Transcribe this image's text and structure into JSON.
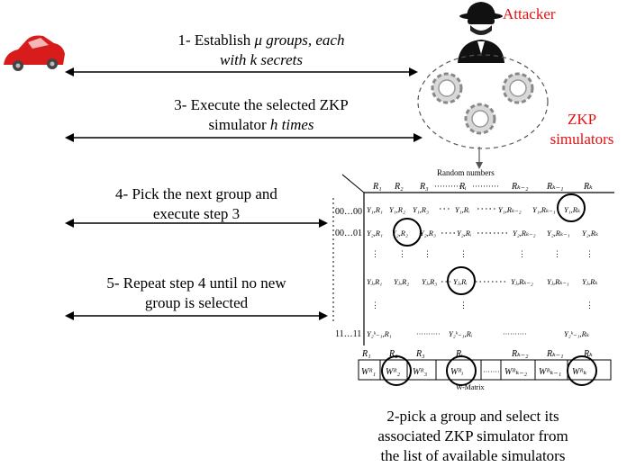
{
  "actors": {
    "attacker_label": "Attacker",
    "simulators_label_line1": "ZKP",
    "simulators_label_line2": "simulators",
    "label_color": "#e8100f"
  },
  "steps": [
    {
      "id": "step1",
      "line1": "1- Establish ",
      "line1_italic": "μ groups, each",
      "line2_italic": "with k secrets"
    },
    {
      "id": "step3",
      "line1": "3- Execute the selected ZKP",
      "line2": "simulator ",
      "line2_italic": "h times"
    },
    {
      "id": "step4",
      "line1": "4- Pick the next group and",
      "line2": "execute step 3"
    },
    {
      "id": "step5",
      "line1": "5- Repeat step 4 until no new",
      "line2": "group is selected"
    }
  ],
  "step2": {
    "line1": "2-pick a group and select its",
    "line2": "associated ZKP simulator from",
    "line3": "the list of available simulators"
  },
  "matrix": {
    "header_label": "Random numbers",
    "columns": [
      "R₁",
      "R₂",
      "R₃",
      "Rᵢ",
      "Rₖ₋₂",
      "Rₖ₋₁",
      "Rₖ"
    ],
    "row_labels": [
      "00…00",
      "00…01",
      "11…11"
    ],
    "rows": [
      [
        "Y₁,R₁",
        "Y₁,R₂",
        "Y₁,R₃",
        "Y₁,Rᵢ",
        "Y₁,Rₖ₋₂",
        "Y₁,Rₖ₋₁",
        "Y₁,Rₖ"
      ],
      [
        "Y₂,R₁",
        "Y₂,R₂",
        "Y₂,R₃",
        "Y₂,Rᵢ",
        "Y₂,Rₖ₋₂",
        "Y₂,Rₖ₋₁",
        "Y₂,Rₖ"
      ],
      [
        "Yⱼ,R₁",
        "Yⱼ,R₂",
        "Yⱼ,R₃",
        "Yⱼ,Rᵢ",
        "Yⱼ,Rₖ₋₂",
        "Yⱼ,Rₖ₋₁",
        "Yⱼ,Rₖ"
      ],
      [
        "Y₂ᵏ₋₁,R₁",
        "Y₂ᵏ₋₁,Rᵢ",
        "Y₂ᵏ₋₁,Rₖ"
      ]
    ],
    "w_header": [
      "R₁",
      "R₂",
      "R₃",
      "Rᵢ",
      "Rₖ₋₂",
      "Rₖ₋₁",
      "Rₖ"
    ],
    "w_cells": [
      "Wᴿ₁",
      "Wᴿ₂",
      "Wᴿ₃",
      "Wᴿᵢ",
      "Wᴿₖ₋₂",
      "Wᴿₖ₋₁",
      "Wᴿₖ"
    ],
    "w_label": "W-Matrix"
  }
}
